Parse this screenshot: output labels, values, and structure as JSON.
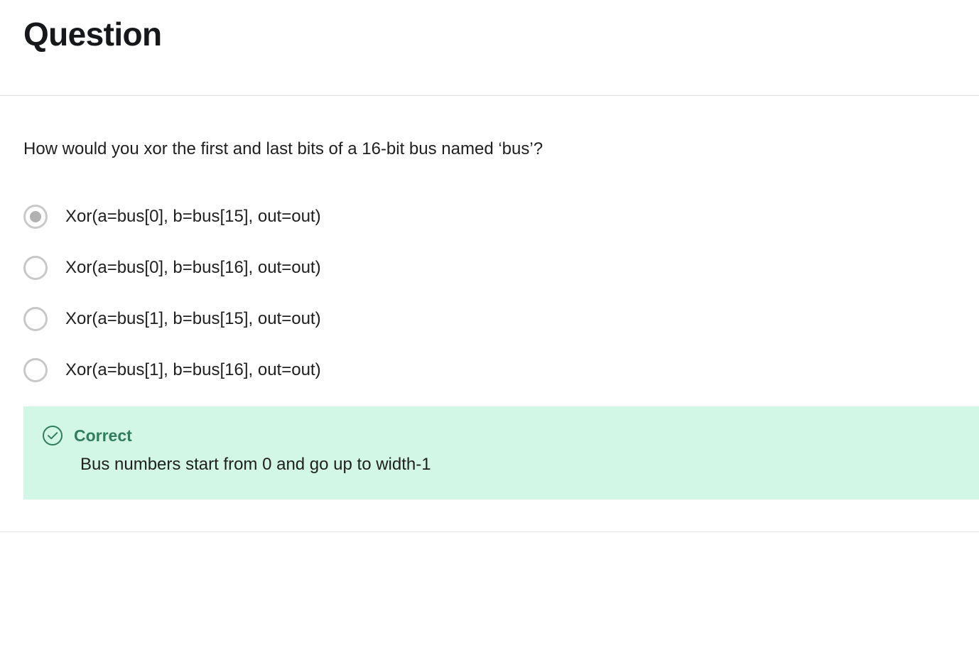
{
  "header": {
    "title": "Question"
  },
  "question": {
    "prompt": "How would you xor the first and last bits of a 16-bit bus named ‘bus’?",
    "options": [
      {
        "label": "Xor(a=bus[0], b=bus[15], out=out)",
        "selected": true
      },
      {
        "label": "Xor(a=bus[0], b=bus[16], out=out)",
        "selected": false
      },
      {
        "label": "Xor(a=bus[1], b=bus[15], out=out)",
        "selected": false
      },
      {
        "label": "Xor(a=bus[1], b=bus[16], out=out)",
        "selected": false
      }
    ]
  },
  "feedback": {
    "icon": "check-circle-icon",
    "status": "Correct",
    "detail": "Bus numbers start from 0 and go up to width-1",
    "background_color": "#d3f7e6",
    "accent_color": "#2f7d5d"
  },
  "colors": {
    "divider": "#e2e2e2",
    "text": "#1f1f1f",
    "title": "#16181c",
    "radio_ring": "#c9c9c9",
    "radio_dot": "#b2b2b2"
  }
}
